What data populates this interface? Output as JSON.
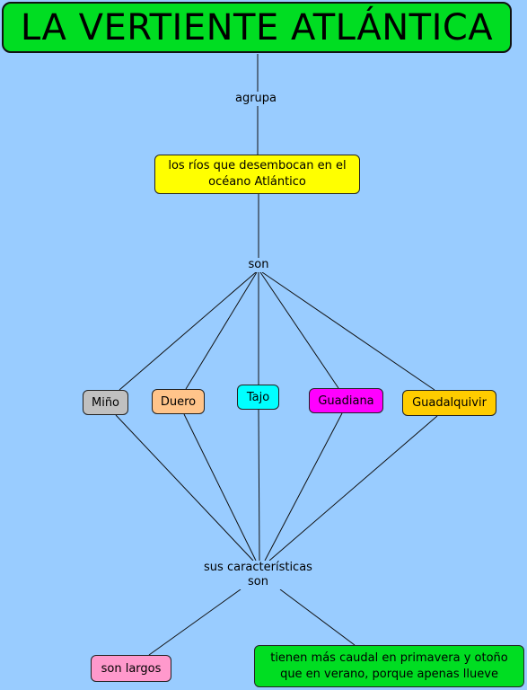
{
  "title": "LA VERTIENTE ATLÁNTICA",
  "links": {
    "agrupa": "agrupa",
    "son": "son",
    "caracteristicas": "sus características son"
  },
  "nodes": {
    "rios": "los ríos que desembocan en el océano Atlántico",
    "rivers": [
      "Miño",
      "Duero",
      "Tajo",
      "Guadiana",
      "Guadalquivir"
    ],
    "largos": "son largos",
    "caudal": "tienen más caudal en primavera y otoño que en verano, porque apenas llueve"
  },
  "colors": {
    "background": "#99ccff",
    "title": "#00dd22",
    "rios": "#ffff00",
    "mino": "#c0c0c0",
    "duero": "#ffc48a",
    "tajo": "#00ffff",
    "guadiana": "#ff00ff",
    "guadalquivir": "#ffcc00",
    "largos": "#ff99cc",
    "caudal": "#00dd22"
  }
}
